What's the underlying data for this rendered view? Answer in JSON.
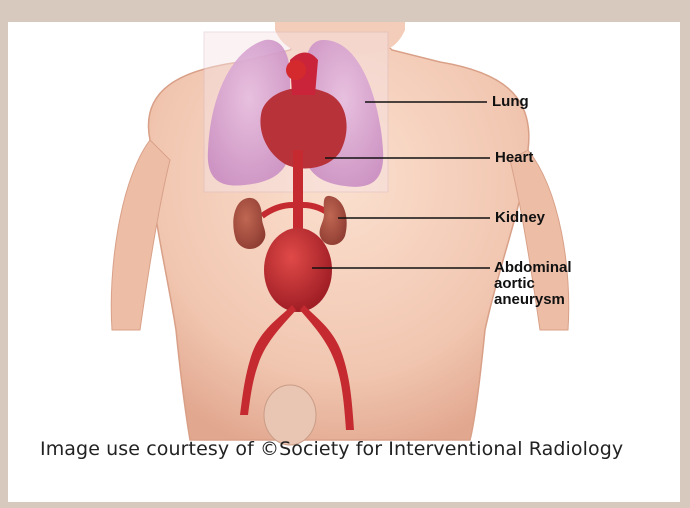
{
  "labels": {
    "lung": "Lung",
    "heart": "Heart",
    "kidney": "Kidney",
    "aneurysm_line1": "Abdominal",
    "aneurysm_line2": "aortic",
    "aneurysm_line3": "aneurysm"
  },
  "caption": "Image use courtesy of ©Society for Interventional Radiology",
  "colors": {
    "background_border": "#d8c9bf",
    "skin": "#f2c9b4",
    "lung": "#d9a7cf",
    "heart": "#b8323a",
    "aorta": "#c42a2f",
    "kidney": "#a44b3f"
  }
}
